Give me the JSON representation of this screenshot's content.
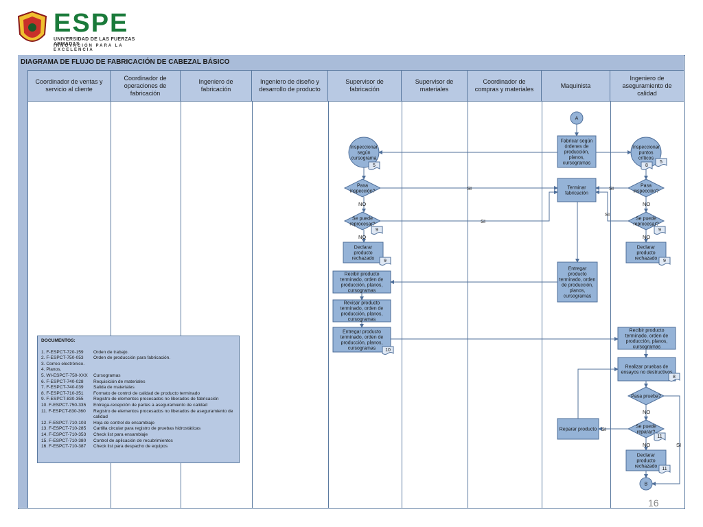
{
  "logo": {
    "brand": "ESPE",
    "subtitle": "UNIVERSIDAD DE LAS FUERZAS ARMADAS",
    "tagline": "INNOVACIÓN PARA LA EXCELENCIA"
  },
  "diagram_title": "DIAGRAMA DE FLUJO DE FABRICACIÓN DE CABEZAL BÁSICO",
  "lanes": [
    "Coordinador de ventas y servicio al cliente",
    "Coordinador de operaciones de fabricación",
    "Ingeniero de fabricación",
    "Ingeniero de diseño y desarrollo de producto",
    "Supervisor de fabricación",
    "Supervisor de materiales",
    "Coordinador de compras y materiales",
    "Maquinista",
    "Ingeniero de aseguramiento de calidad"
  ],
  "nodes": {
    "connector_a": "A",
    "connector_b": "B",
    "fabricar": [
      "Fabricar según",
      "órdenes de",
      "producción,",
      "planos,",
      "cursogramas"
    ],
    "inspeccionar_curso": [
      "Inspeccionar",
      "según",
      "cursograma"
    ],
    "inspeccionar_curso_doc": "5",
    "inspeccionar_puntos": [
      "Inspeccionar",
      "puntos",
      "críticos"
    ],
    "inspeccionar_puntos_docs": [
      "8",
      "5"
    ],
    "pasa_insp_sup": [
      "Pasa",
      "inspección?"
    ],
    "pasa_insp_cal": [
      "Pasa",
      "inspección?"
    ],
    "terminar": [
      "Terminar",
      "fabricación"
    ],
    "se_puede_sup": [
      "Se puede",
      "reprocesar?"
    ],
    "se_puede_sup_doc": "9",
    "se_puede_cal": [
      "Se puede",
      "reprocesar?"
    ],
    "se_puede_cal_doc": "9",
    "declarar_sup": [
      "Declarar",
      "producto",
      "rechazado"
    ],
    "declarar_sup_doc": "9",
    "declarar_cal": [
      "Declarar",
      "producto",
      "rechazado"
    ],
    "declarar_cal_doc": "9",
    "entregar_maq": [
      "Entregar",
      "producto",
      "terminado, orden",
      "de producción,",
      "planos,",
      "cursogramas"
    ],
    "recibir_sup": [
      "Recibir producto",
      "terminado, orden de",
      "producción, planos,",
      "cursogramas"
    ],
    "revisar_sup": [
      "Revisar producto",
      "terminado, orden de",
      "producción, planos,",
      "cursogramas"
    ],
    "entregar_sup": [
      "Entregar producto",
      "terminado, orden de",
      "producción, planos,",
      "cursogramas"
    ],
    "entregar_sup_doc": "10",
    "recibir_cal": [
      "Recibir producto",
      "terminado, orden de",
      "producción, planos,",
      "cursogramas"
    ],
    "pruebas": [
      "Realizar pruebas de",
      "ensayos no destructivos"
    ],
    "pruebas_doc": "8",
    "pasa_prueba": [
      "Pasa prueba?"
    ],
    "se_puede_reparar": [
      "Se puede",
      "reparar?"
    ],
    "se_puede_reparar_doc": "11",
    "reparar": [
      "Reparar producto"
    ],
    "declarar_final": [
      "Declarar",
      "producto",
      "rechazado"
    ],
    "declarar_final_doc": "11"
  },
  "labels": {
    "si": "SI",
    "no": "NO"
  },
  "documents": {
    "title": "DOCUMENTOS:",
    "items": [
      {
        "code": "1. F-ESPCT-720-159",
        "desc": "Orden de trabajo."
      },
      {
        "code": "2. F-ESPCT-750-053",
        "desc": "Orden de producción para fabricación."
      },
      {
        "code": "3. Correo electrónico.",
        "desc": ""
      },
      {
        "code": "4. Planos.",
        "desc": ""
      },
      {
        "code": "5. WI-ESPCT-750-XXX",
        "desc": "Cursogramas"
      },
      {
        "code": "6. F-ESPCT-740-028",
        "desc": "Requisición de materiales"
      },
      {
        "code": "7. F-ESPCT-740-039",
        "desc": "Salida de materiales"
      },
      {
        "code": "8. F-ESPCT-710-351",
        "desc": "Formato de control de calidad de producto terminado"
      },
      {
        "code": "9. F-ESPCT-830-355",
        "desc": "Registro de elementos procesados no liberados de fabricación"
      },
      {
        "code": "10. F-ESPCT-750-335",
        "desc": "Entrega-recepción de partes a aseguramiento de calidad"
      },
      {
        "code": "11. F-ESPCT-830-360",
        "desc": "Registro de elementos procesados no liberados de aseguramiento de calidad"
      },
      {
        "code": "12. F-ESPCT-710-103",
        "desc": "Hoja de control de ensamblaje"
      },
      {
        "code": "13. F-ESPCT-710-285",
        "desc": "Cartilla circular para registro de pruebas hidrostáticas"
      },
      {
        "code": "14. F-ESPCT-710-353",
        "desc": "Check list para ensamblaje"
      },
      {
        "code": "15. F-ESPCT-710-380",
        "desc": "Control de aplicación de recubrimientos"
      },
      {
        "code": "16. F-ESPCT-710-387",
        "desc": "Check list para despacho de equipos"
      }
    ]
  },
  "page_number": "16",
  "colors": {
    "node_fill": "#95b3d7",
    "node_stroke": "#4f6f9a",
    "header_fill": "#b8c9e3",
    "brand_green": "#1a7a3a"
  }
}
